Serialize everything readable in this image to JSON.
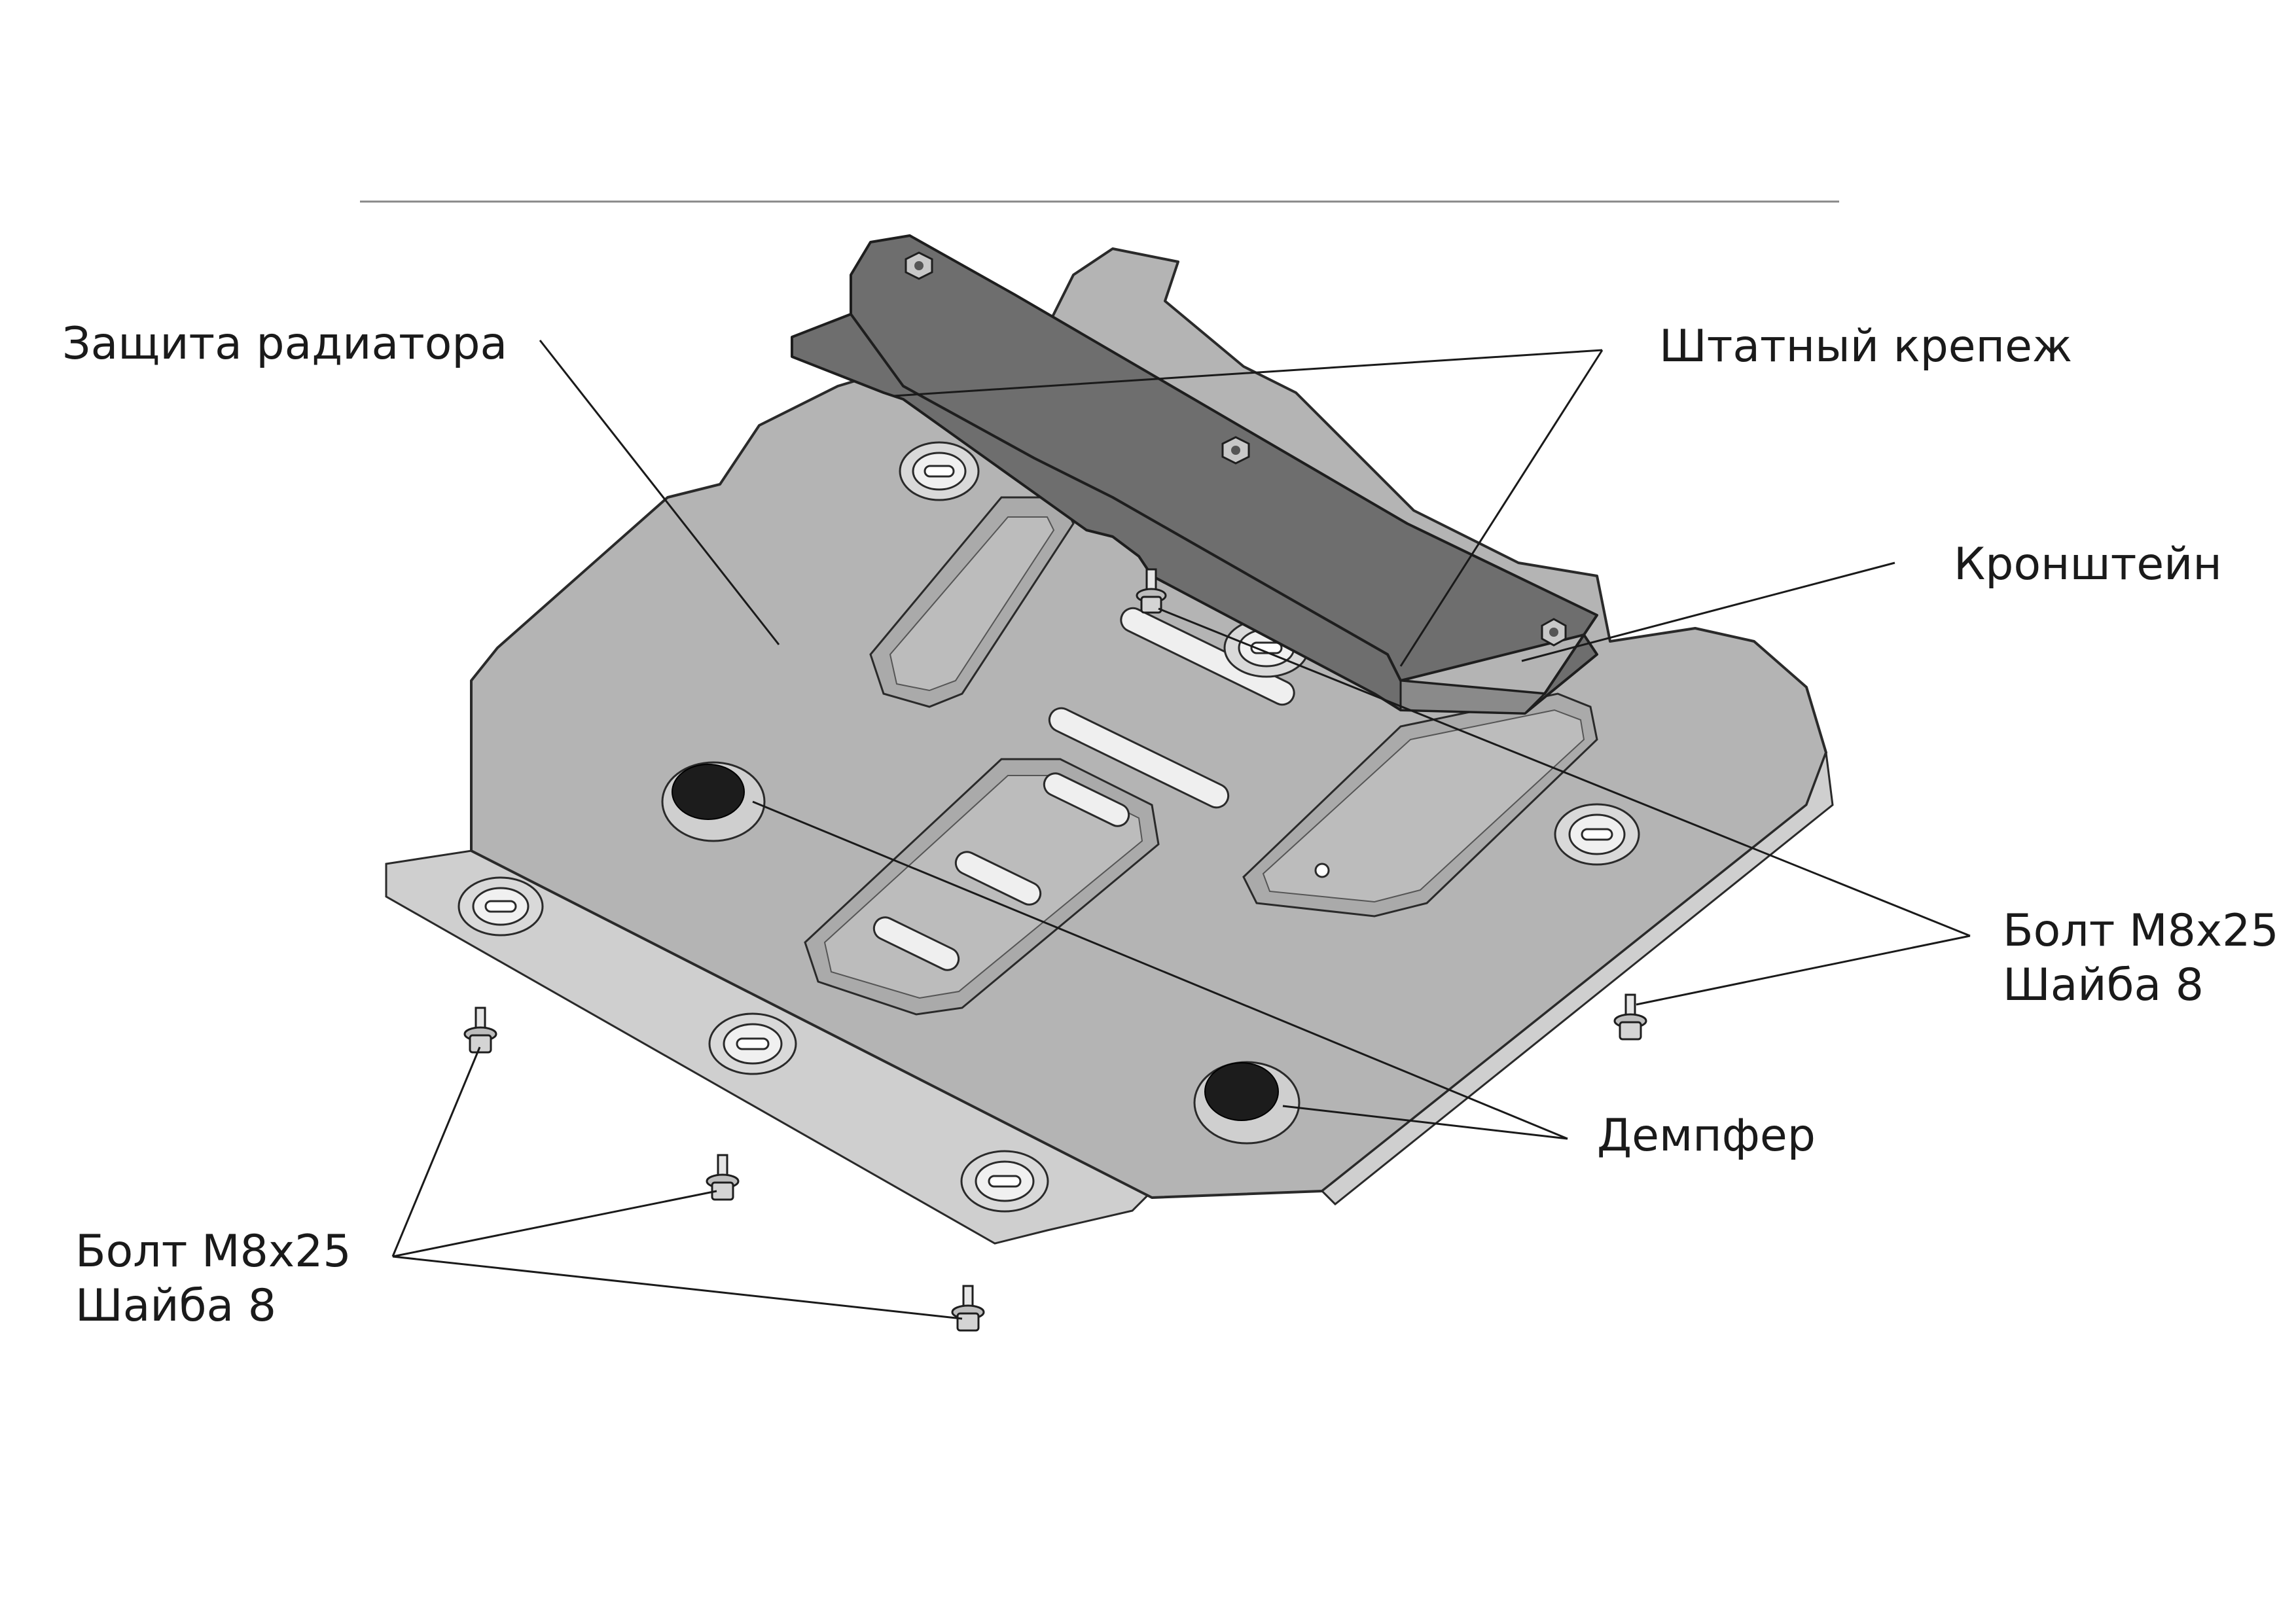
{
  "labels": {
    "radiator_guard": "Защита радиатора",
    "standard_fastener": "Штатный крепеж",
    "bracket": "Кронштейн",
    "bolt_right_line1": "Болт М8х25",
    "bolt_right_line2": "Шайба 8",
    "damper": "Демпфер",
    "bolt_left_line1": "Болт М8х25",
    "bolt_left_line2": "Шайба 8"
  },
  "colors": {
    "plate": "#b4b4b4",
    "bracket": "#6e6e6e",
    "damper": "#1c1c1c",
    "lines": "#1a1a1a"
  }
}
